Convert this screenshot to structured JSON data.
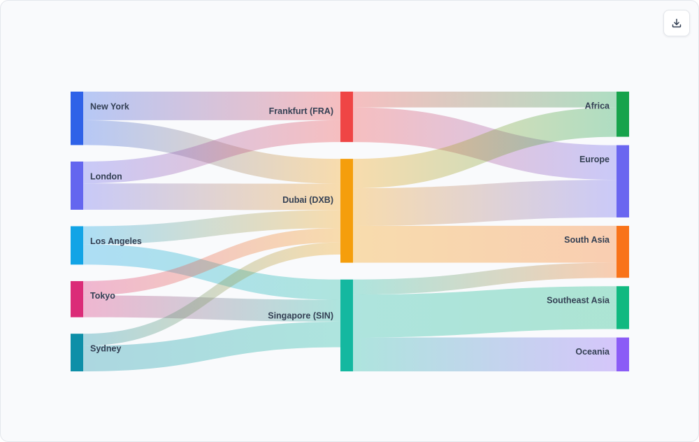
{
  "toolbar": {
    "download_icon": "download-icon"
  },
  "chart_data": {
    "type": "sankey",
    "nodes": [
      {
        "id": "new-york",
        "label": "New York",
        "color": "#2f62e8"
      },
      {
        "id": "london",
        "label": "London",
        "color": "#6466ef"
      },
      {
        "id": "los-angeles",
        "label": "Los Angeles",
        "color": "#12a4e6"
      },
      {
        "id": "tokyo",
        "label": "Tokyo",
        "color": "#db2c78"
      },
      {
        "id": "sydney",
        "label": "Sydney",
        "color": "#0e8fa8"
      },
      {
        "id": "frankfurt",
        "label": "Frankfurt (FRA)",
        "color": "#ef4545"
      },
      {
        "id": "dubai",
        "label": "Dubai (DXB)",
        "color": "#f59e0c"
      },
      {
        "id": "singapore",
        "label": "Singapore (SIN)",
        "color": "#14b8a0"
      },
      {
        "id": "africa",
        "label": "Africa",
        "color": "#17a34c"
      },
      {
        "id": "europe",
        "label": "Europe",
        "color": "#6a66f0"
      },
      {
        "id": "south-asia",
        "label": "South Asia",
        "color": "#f97319"
      },
      {
        "id": "southeast-asia",
        "label": "Southeast Asia",
        "color": "#11b980"
      },
      {
        "id": "oceania",
        "label": "Oceania",
        "color": "#8b5cf6"
      }
    ],
    "links": [
      {
        "source": "new-york",
        "target": "frankfurt",
        "value": 38
      },
      {
        "source": "new-york",
        "target": "dubai",
        "value": 33
      },
      {
        "source": "london",
        "target": "frankfurt",
        "value": 29
      },
      {
        "source": "london",
        "target": "dubai",
        "value": 35
      },
      {
        "source": "los-angeles",
        "target": "dubai",
        "value": 24
      },
      {
        "source": "los-angeles",
        "target": "singapore",
        "value": 27
      },
      {
        "source": "tokyo",
        "target": "dubai",
        "value": 19
      },
      {
        "source": "tokyo",
        "target": "singapore",
        "value": 29
      },
      {
        "source": "sydney",
        "target": "dubai",
        "value": 16
      },
      {
        "source": "sydney",
        "target": "singapore",
        "value": 34
      },
      {
        "source": "frankfurt",
        "target": "africa",
        "value": 21
      },
      {
        "source": "frankfurt",
        "target": "europe",
        "value": 46
      },
      {
        "source": "dubai",
        "target": "africa",
        "value": 39
      },
      {
        "source": "dubai",
        "target": "europe",
        "value": 50
      },
      {
        "source": "dubai",
        "target": "south-asia",
        "value": 49
      },
      {
        "source": "singapore",
        "target": "south-asia",
        "value": 20
      },
      {
        "source": "singapore",
        "target": "southeast-asia",
        "value": 57
      },
      {
        "source": "singapore",
        "target": "oceania",
        "value": 45
      }
    ]
  }
}
